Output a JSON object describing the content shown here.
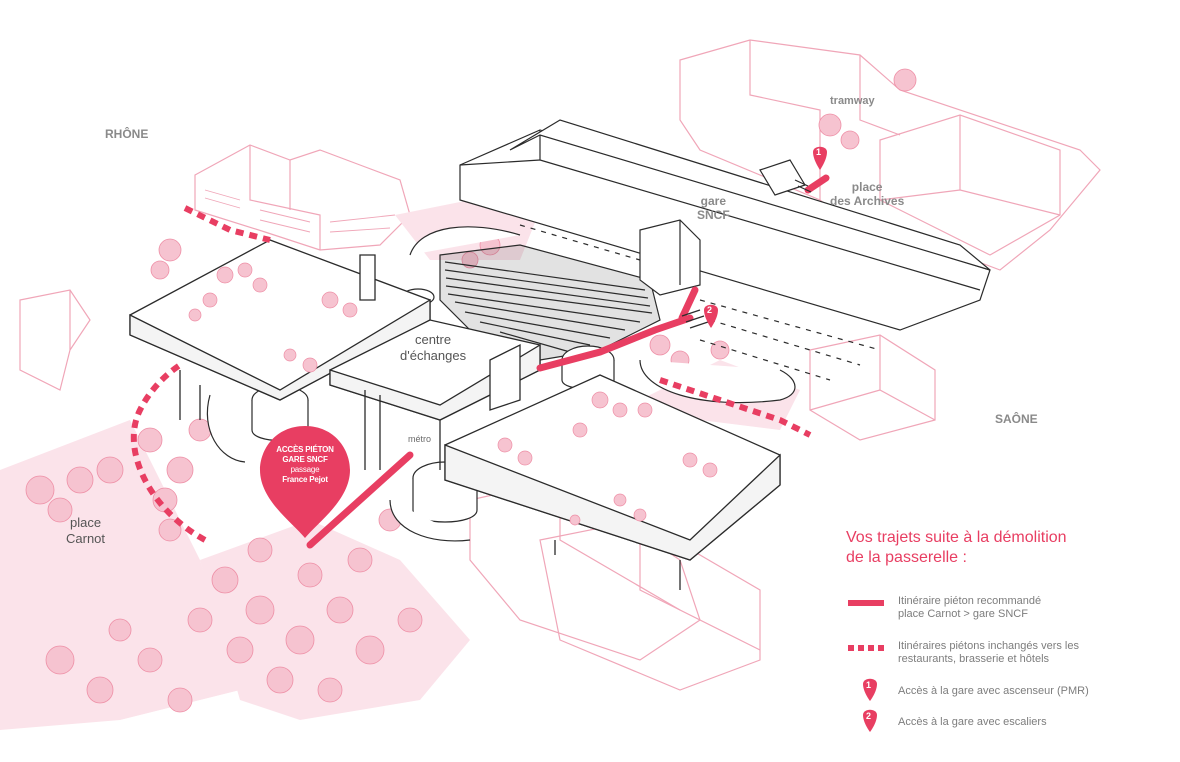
{
  "colors": {
    "accent": "#e83e62",
    "accent_light": "#f4b3c2",
    "line_dark": "#2b2b2b",
    "label_gray": "#8a8a8a"
  },
  "labels": {
    "rhone": "RHÔNE",
    "saone": "SAÔNE",
    "tramway": "tramway",
    "gare_line1": "gare",
    "gare_line2": "SNCF",
    "place_archives_line1": "place",
    "place_archives_line2": "des Archives",
    "centre_line1": "centre",
    "centre_line2": "d'échanges",
    "metro": "métro",
    "place_carnot_line1": "place",
    "place_carnot_line2": "Carnot"
  },
  "pin": {
    "line1": "ACCÈS PIÉTON",
    "line2": "GARE SNCF",
    "line3": "passage",
    "line4": "France Pejot"
  },
  "markers": {
    "one": "1",
    "two": "2"
  },
  "legend": {
    "title_line1": "Vos trajets suite à la démolition",
    "title_line2": "de la passerelle :",
    "item1_line1": "Itinéraire piéton recommandé",
    "item1_line2": "place Carnot > gare SNCF",
    "item2_line1": "Itinéraires piétons inchangés vers les",
    "item2_line2": "restaurants, brasserie et hôtels",
    "item3": "Accès à la gare avec ascenseur (PMR)",
    "item3_badge": "1",
    "item4": "Accès à la gare avec escaliers",
    "item4_badge": "2"
  }
}
